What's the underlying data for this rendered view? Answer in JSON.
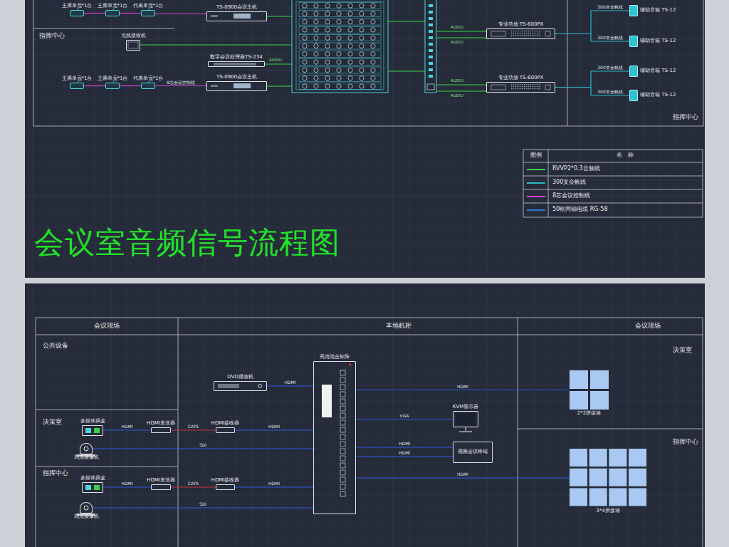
{
  "diagram": {
    "title": "会议室音频信号流程图",
    "nodes": [
      {
        "text": [
          "主席单元*1台"
        ]
      },
      {
        "text": [
          "主席单元*1台"
        ]
      },
      {
        "text": [
          "代表单元*1台"
        ]
      },
      {
        "text": [
          "TS-0900会议主机"
        ]
      },
      {
        "text": [
          "无线接收机"
        ]
      },
      {
        "text": [
          "主席单元*1台"
        ]
      },
      {
        "text": [
          "主席单元*1台"
        ]
      },
      {
        "text": [
          "代表单元*1台"
        ]
      },
      {
        "text": [
          "数字会议处理器TS-234"
        ]
      },
      {
        "text": [
          "TS-0900会议主机"
        ]
      },
      {
        "text": [
          "专业功放 TS-600PX"
        ]
      },
      {
        "text": [
          "专业功放 TS-600PX"
        ]
      },
      {
        "text": [
          "辅助音箱 TS-12"
        ]
      },
      {
        "text": [
          "辅助音箱 TS-12"
        ]
      },
      {
        "text": [
          "辅助音箱 TS-12"
        ]
      },
      {
        "text": [
          "辅助音箱 TS-12"
        ]
      },
      {
        "text": [
          "DVD播放机"
        ]
      },
      {
        "text": [
          "高清混合矩阵"
        ]
      },
      {
        "text": [
          "多媒体插盒"
        ]
      },
      {
        "text": [
          "HDMI发送器"
        ]
      },
      {
        "text": [
          "HDMI接收器"
        ]
      },
      {
        "text": [
          "高清摄像机"
        ]
      },
      {
        "text": [
          "多媒体插盒"
        ]
      },
      {
        "text": [
          "HDMI发送器"
        ]
      },
      {
        "text": [
          "HDMI接收器"
        ]
      },
      {
        "text": [
          "高清摄像机"
        ]
      },
      {
        "text": [
          "KVM显示器"
        ]
      },
      {
        "text": [
          "视频会议终端"
        ]
      },
      {
        "text": [
          "2*2拼接墙"
        ]
      },
      {
        "text": [
          "3*4拼接墙"
        ]
      }
    ],
    "edges": [
      {
        "from": 0,
        "to": 1,
        "arrow": "none"
      },
      {
        "from": 1,
        "to": 2,
        "arrow": "none"
      },
      {
        "from": 2,
        "to": 3,
        "arrow": "none"
      },
      {
        "from": 5,
        "to": 6,
        "arrow": "none"
      },
      {
        "from": 6,
        "to": 7,
        "arrow": "none"
      },
      {
        "from": 7,
        "to": 9,
        "label": "8芯会议控制线",
        "arrow": "none"
      },
      {
        "from": 10,
        "to": 12,
        "label": "300支金帆线",
        "arrow": "none"
      },
      {
        "from": 10,
        "to": 13,
        "label": "300支金帆线",
        "arrow": "none"
      },
      {
        "from": 11,
        "to": 14,
        "label": "300支金帆线",
        "arrow": "none"
      },
      {
        "from": 11,
        "to": 15,
        "label": "300支金帆线",
        "arrow": "none"
      },
      {
        "from": 16,
        "to": 17,
        "label": "HDMI",
        "arrow": "none"
      },
      {
        "from": 18,
        "to": 19,
        "label": "HDMI",
        "arrow": "none"
      },
      {
        "from": 19,
        "to": 20,
        "label": "CAT6",
        "arrow": "none"
      },
      {
        "from": 20,
        "to": 17,
        "label": "HDMI",
        "arrow": "none"
      },
      {
        "from": 21,
        "to": 17,
        "label": "SDI",
        "arrow": "none"
      },
      {
        "from": 22,
        "to": 23,
        "label": "HDMI",
        "arrow": "none"
      },
      {
        "from": 23,
        "to": 24,
        "label": "CAT6",
        "arrow": "none"
      },
      {
        "from": 24,
        "to": 17,
        "label": "HDMI",
        "arrow": "none"
      },
      {
        "from": 25,
        "to": 17,
        "label": "SDI",
        "arrow": "none"
      },
      {
        "from": 17,
        "to": 28,
        "label": "HDMI",
        "arrow": "none"
      },
      {
        "from": 17,
        "to": 26,
        "label": "VGA",
        "arrow": "none"
      },
      {
        "from": 17,
        "to": 27,
        "label": "HDMI",
        "arrow": "none"
      },
      {
        "from": 17,
        "to": 27,
        "label": "HDMI",
        "arrow": "none"
      },
      {
        "from": 17,
        "to": 29,
        "label": "HDMI",
        "arrow": "none"
      }
    ],
    "labels": [
      "指挥中心",
      "AUDIO",
      "AUDIO",
      "AUDIO",
      "AUDIO",
      "AUDIO",
      "指挥中心",
      "图例",
      "名　称",
      "会议现场",
      "本地机柜",
      "会议现场",
      "公共设备",
      "决策室",
      "指挥中心",
      "决策室",
      "指挥中心"
    ],
    "legend": [
      {
        "text": "RVVP2*0.3音频线",
        "color": "#3ad24a"
      },
      {
        "text": "300支金帆线",
        "color": "#2ab7c9"
      },
      {
        "text": "8芯会议控制线",
        "color": "#d23cd2"
      },
      {
        "text": "50欧同轴电缆 RG-58",
        "color": "#2f74d0"
      }
    ]
  }
}
